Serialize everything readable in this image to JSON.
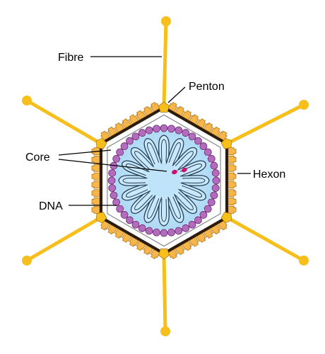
{
  "labels": {
    "fibre": "Fibre",
    "penton": "Penton",
    "core": "Core",
    "hexon": "Hexon",
    "dna": "DNA"
  },
  "colors": {
    "fibre": "#f7bf1c",
    "hexon_fill": "#f7b54a",
    "hexon_stroke": "#b07a18",
    "capsid_outline": "#2b1c0c",
    "core_fill": "#a9d7f4",
    "core_inner": "#c9e8fb",
    "protein_beads": "#b26bbd",
    "core_dots": "#c8106b",
    "spike_triangles": "#9fa7ee",
    "label_lines": "#000000"
  },
  "icons": {
    "fibre_knob": "yellow-circle",
    "hexon": "orange-block",
    "penton": "orange-pentagon",
    "core_protein": "purple-bead"
  }
}
